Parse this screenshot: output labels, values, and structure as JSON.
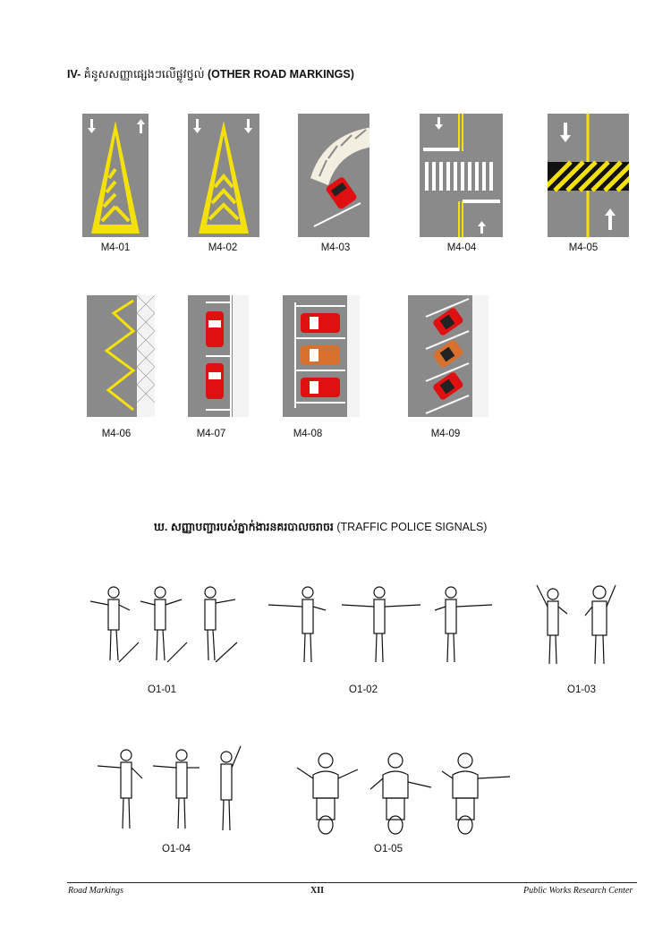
{
  "section_iv": {
    "prefix": "IV-",
    "title_khmer": "គំនូសសញ្ញាផ្សេងៗលើផ្លូវថ្នល់",
    "title_english": "(OTHER ROAD MARKINGS)"
  },
  "road_markings": [
    {
      "code": "M4-01"
    },
    {
      "code": "M4-02"
    },
    {
      "code": "M4-03"
    },
    {
      "code": "M4-04"
    },
    {
      "code": "M4-05"
    },
    {
      "code": "M4-06"
    },
    {
      "code": "M4-07"
    },
    {
      "code": "M4-08"
    },
    {
      "code": "M4-09"
    }
  ],
  "section_police": {
    "prefix": "ឃ.",
    "title_khmer": "សញ្ញាបញ្ជារបស់ភ្នាក់ងារនគរបាលចរាចរ",
    "title_english": "(TRAFFIC POLICE SIGNALS)"
  },
  "police_signals": [
    {
      "code": "O1-01"
    },
    {
      "code": "O1-02"
    },
    {
      "code": "O1-03"
    },
    {
      "code": "O1-04"
    },
    {
      "code": "O1-05"
    }
  ],
  "footer": {
    "left": "Road Markings",
    "center": "XII",
    "right": "Public Works Research Center"
  },
  "colors": {
    "road": "#8a8a8a",
    "marking_yellow": "#f5e10a",
    "car_red": "#e01010",
    "car_orange": "#d9712e",
    "hatch": "#f0efe0"
  }
}
